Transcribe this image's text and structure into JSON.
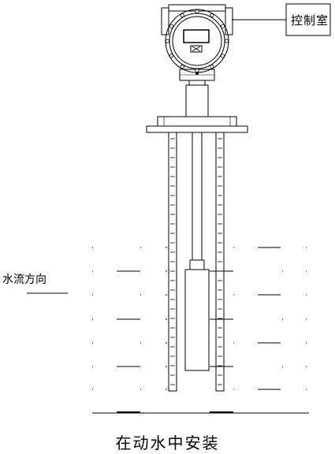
{
  "labels": {
    "control_room": "控制室",
    "flow_direction": "水流方向",
    "caption": "在动水中安装"
  },
  "colors": {
    "line": "#000000",
    "background": "#ffffff"
  }
}
